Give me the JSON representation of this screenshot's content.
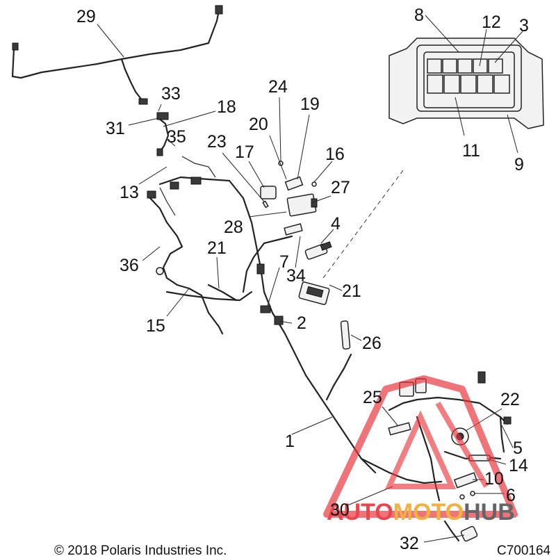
{
  "callouts": [
    {
      "id": "29",
      "label": "29"
    },
    {
      "id": "33",
      "label": "33"
    },
    {
      "id": "18",
      "label": "18"
    },
    {
      "id": "31",
      "label": "31"
    },
    {
      "id": "35",
      "label": "35"
    },
    {
      "id": "24",
      "label": "24"
    },
    {
      "id": "19",
      "label": "19"
    },
    {
      "id": "20",
      "label": "20"
    },
    {
      "id": "23",
      "label": "23"
    },
    {
      "id": "17",
      "label": "17"
    },
    {
      "id": "16",
      "label": "16"
    },
    {
      "id": "13",
      "label": "13"
    },
    {
      "id": "27",
      "label": "27"
    },
    {
      "id": "28",
      "label": "28"
    },
    {
      "id": "4",
      "label": "4"
    },
    {
      "id": "36",
      "label": "36"
    },
    {
      "id": "21a",
      "label": "21"
    },
    {
      "id": "7",
      "label": "7"
    },
    {
      "id": "34",
      "label": "34"
    },
    {
      "id": "21b",
      "label": "21"
    },
    {
      "id": "15",
      "label": "15"
    },
    {
      "id": "2",
      "label": "2"
    },
    {
      "id": "26",
      "label": "26"
    },
    {
      "id": "25",
      "label": "25"
    },
    {
      "id": "22",
      "label": "22"
    },
    {
      "id": "1",
      "label": "1"
    },
    {
      "id": "5",
      "label": "5"
    },
    {
      "id": "14",
      "label": "14"
    },
    {
      "id": "10",
      "label": "10"
    },
    {
      "id": "6",
      "label": "6"
    },
    {
      "id": "30",
      "label": "30"
    },
    {
      "id": "32",
      "label": "32"
    },
    {
      "id": "8",
      "label": "8"
    },
    {
      "id": "12",
      "label": "12"
    },
    {
      "id": "3",
      "label": "3"
    },
    {
      "id": "11",
      "label": "11"
    },
    {
      "id": "9",
      "label": "9"
    }
  ],
  "copyright": "© 2018 Polaris Industries Inc.",
  "drawing_number": "C700164",
  "watermark": {
    "part1": "AUTO",
    "part2": "MOTO",
    "part3": "HUB",
    "color_red": "#e8333a",
    "color_orange": "#f0a830",
    "color_gray": "#555555"
  }
}
